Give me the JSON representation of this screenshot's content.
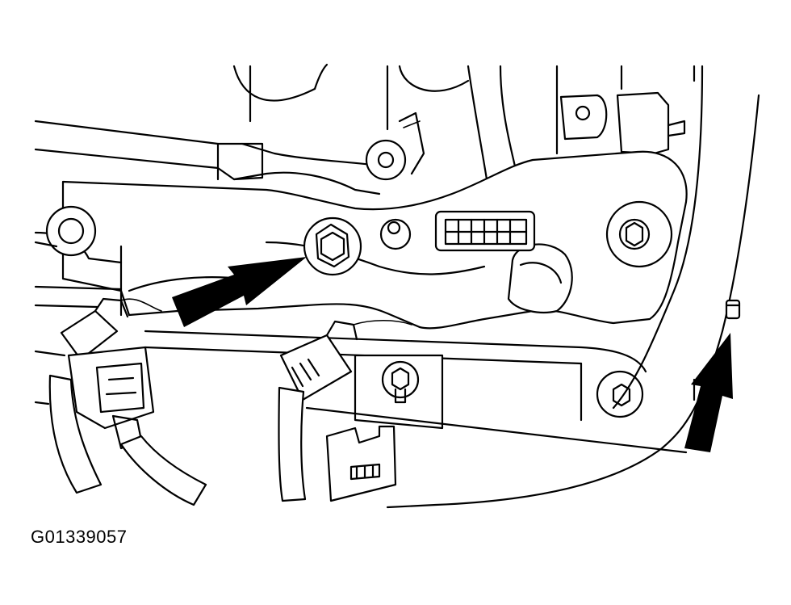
{
  "figure": {
    "id_label": "G01339057",
    "line_color": "#000000",
    "background_color": "#ffffff",
    "callouts": [
      {
        "name": "callout-arrow-bolt",
        "target": "hex-bolt"
      },
      {
        "name": "callout-arrow-pin",
        "target": "locating-pin"
      }
    ]
  }
}
